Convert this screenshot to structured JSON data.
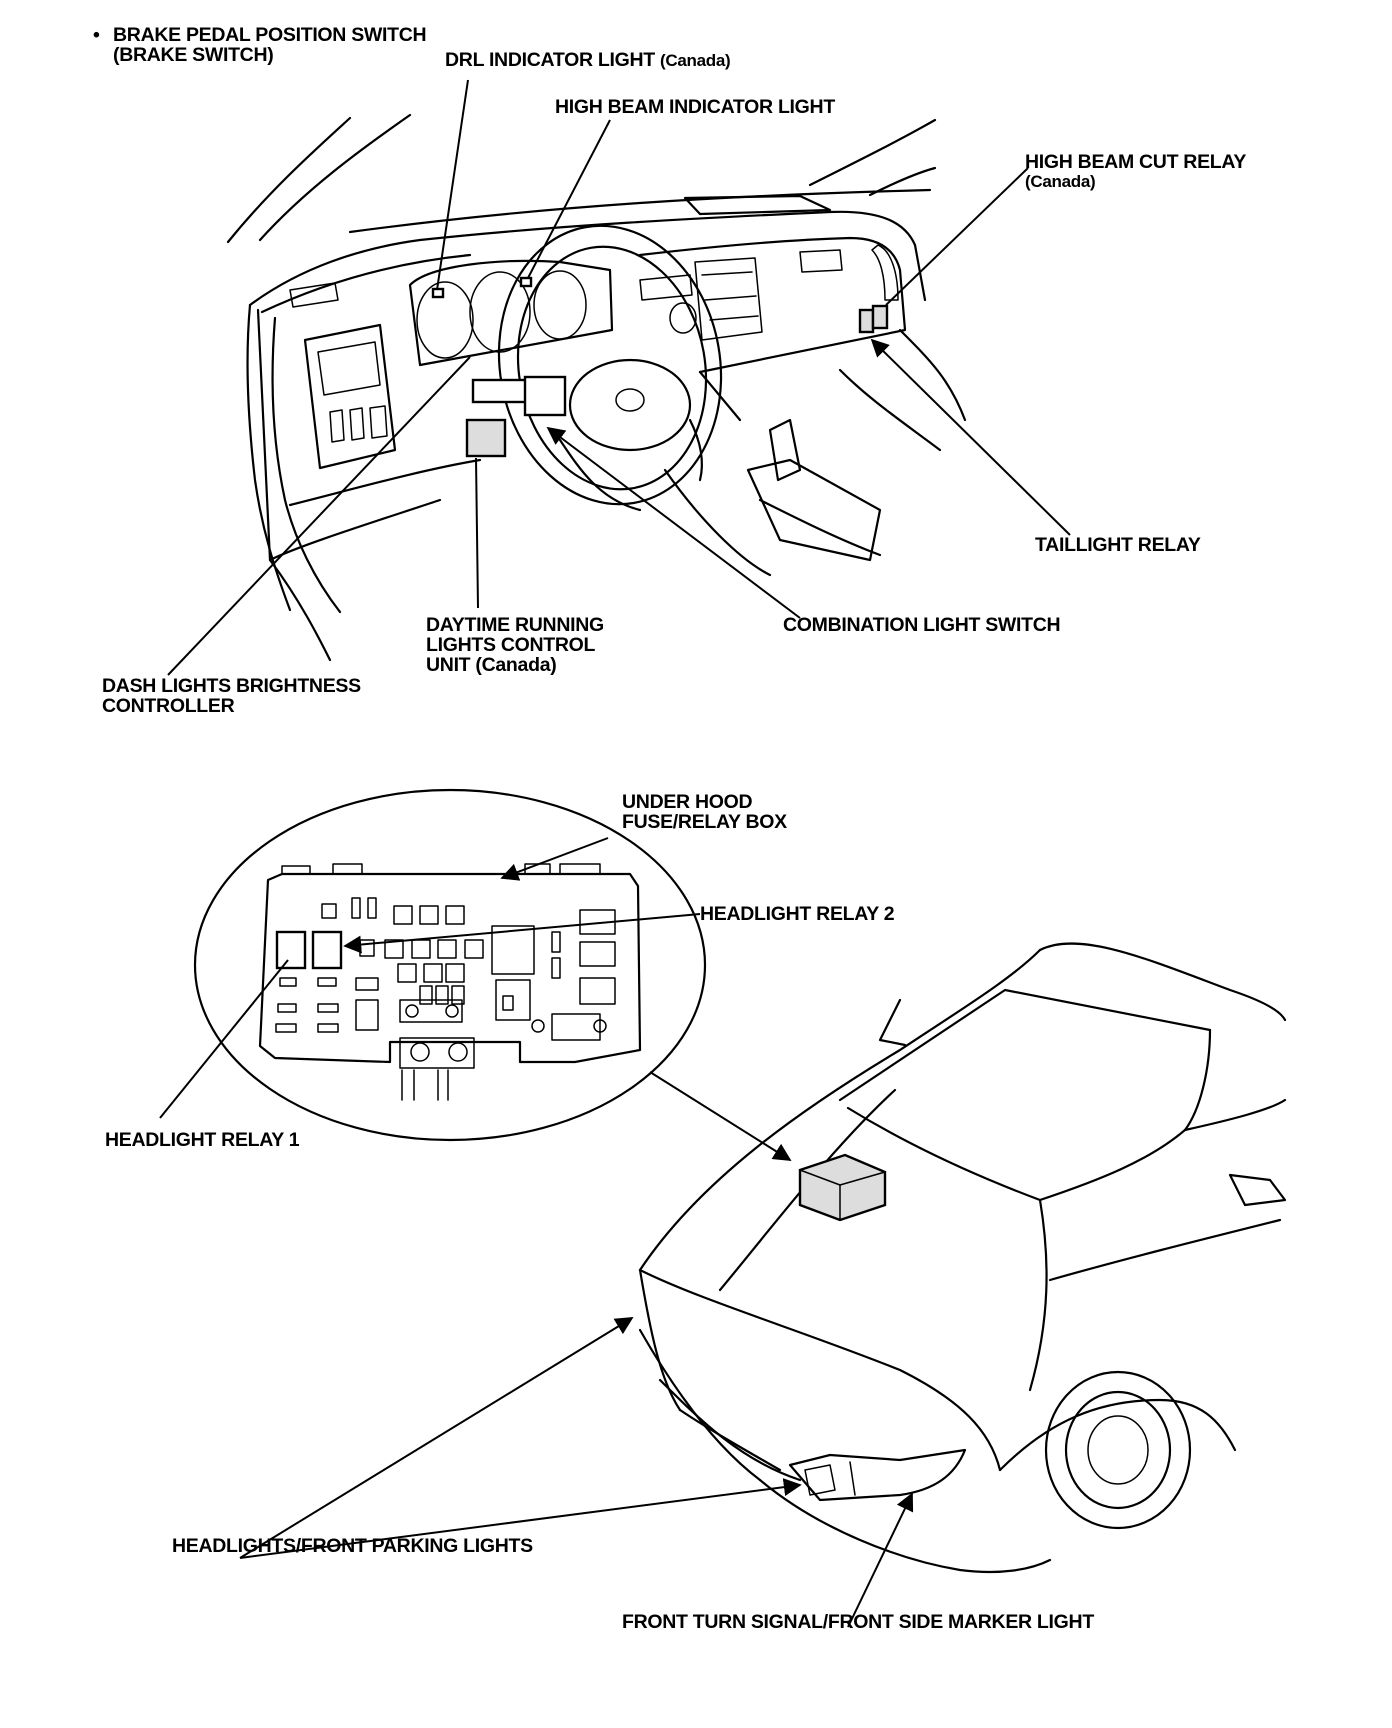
{
  "bullet": "•",
  "labels": {
    "brake_switch": [
      "BRAKE PEDAL POSITION SWITCH",
      "(BRAKE SWITCH)"
    ],
    "drl_indicator": {
      "text": "DRL INDICATOR LIGHT",
      "note": "(Canada)"
    },
    "high_beam_indicator": "HIGH BEAM INDICATOR LIGHT",
    "high_beam_cut_relay": [
      "HIGH BEAM CUT RELAY",
      "(Canada)"
    ],
    "taillight_relay": "TAILLIGHT RELAY",
    "combination_light_switch": "COMBINATION LIGHT SWITCH",
    "drl_control_unit": [
      "DAYTIME RUNNING",
      "LIGHTS CONTROL",
      "UNIT (Canada)"
    ],
    "dash_lights_controller": [
      "DASH LIGHTS BRIGHTNESS",
      "CONTROLLER"
    ],
    "under_hood_box": [
      "UNDER HOOD",
      "FUSE/RELAY BOX"
    ],
    "headlight_relay_2": "HEADLIGHT RELAY 2",
    "headlight_relay_1": "HEADLIGHT RELAY 1",
    "headlights": "HEADLIGHTS/FRONT PARKING LIGHTS",
    "front_turn_signal": "FRONT TURN SIGNAL/FRONT SIDE MARKER LIGHT"
  }
}
